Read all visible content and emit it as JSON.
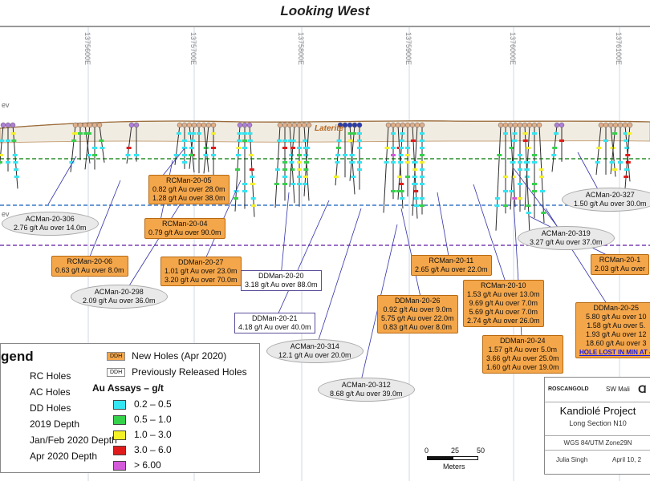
{
  "title": "Looking West",
  "eastings": [
    "1375600E",
    "1375700E",
    "1375800E",
    "1375900E",
    "1376000E",
    "1376100E"
  ],
  "elev_labels": [
    "ev",
    "ev"
  ],
  "laterite": "Laterite",
  "callouts": [
    {
      "id": "acman306",
      "style": "ell",
      "name": "ACMan-20-306",
      "lines": [
        "2.76 g/t Au over 14.0m"
      ]
    },
    {
      "id": "rcman05",
      "style": "new",
      "name": "RCMan-20-05",
      "lines": [
        "0.82 g/t Au over 28.0m",
        "1.28 g/t Au over 38.0m"
      ]
    },
    {
      "id": "rcman04",
      "style": "new",
      "name": "RCMan-20-04",
      "lines": [
        "0.79 g/t Au over 90.0m"
      ]
    },
    {
      "id": "rcman06",
      "style": "new",
      "name": "RCMan-20-06",
      "lines": [
        "0.63 g/t Au over 8.0m"
      ]
    },
    {
      "id": "ddman27",
      "style": "new",
      "name": "DDMan-20-27",
      "lines": [
        "1.01 g/t Au over 23.0m",
        "3.20 g/t Au over 70.0m"
      ]
    },
    {
      "id": "ddman20",
      "style": "old",
      "name": "DDMan-20-20",
      "lines": [
        "3.18 g/t Au over 88.0m"
      ]
    },
    {
      "id": "acman298",
      "style": "ell",
      "name": "ACMan-20-298",
      "lines": [
        "2.09 g/t Au over 36.0m"
      ]
    },
    {
      "id": "ddman21",
      "style": "old",
      "name": "DDMan-20-21",
      "lines": [
        "4.18 g/t Au over 40.0m"
      ]
    },
    {
      "id": "acman314",
      "style": "ell",
      "name": "ACMan-20-314",
      "lines": [
        "12.1 g/t Au over 20.0m"
      ]
    },
    {
      "id": "acman312",
      "style": "ell",
      "name": "ACMan-20-312",
      "lines": [
        "8.68 g/t Au over 39.0m"
      ]
    },
    {
      "id": "ddman26",
      "style": "new",
      "name": "DDMan-20-26",
      "lines": [
        "0.92 g/t Au over 9.0m",
        "5.75 g/t Au over 22.0m",
        "0.83 g/t Au over 8.0m"
      ]
    },
    {
      "id": "rcman11",
      "style": "new",
      "name": "RCMan-20-11",
      "lines": [
        "2.65 g/t Au over 22.0m"
      ]
    },
    {
      "id": "rcman10",
      "style": "new",
      "name": "RCMan-20-10",
      "lines": [
        "1.53 g/t Au over 13.0m",
        "9.69 g/t Au over 7.0m",
        "5.69 g/t Au over 7.0m",
        "2.74 g/t Au over 26.0m"
      ]
    },
    {
      "id": "ddman24",
      "style": "new",
      "name": "DDMan-20-24",
      "lines": [
        "1.57 g/t Au over 5.0m",
        "3.66 g/t Au over 25.0m",
        "1.60 g/t Au over 19.0m"
      ]
    },
    {
      "id": "acman319",
      "style": "ell",
      "name": "ACMan-20-319",
      "lines": [
        "3.27 g/t Au over 37.0m"
      ]
    },
    {
      "id": "acman327",
      "style": "ell",
      "name": "ACMan-20-327",
      "lines": [
        "1.50 g/t Au over 30.0m"
      ]
    },
    {
      "id": "rcman1x",
      "style": "new",
      "name": "RCMan-20-1",
      "lines": [
        "2.03 g/t Au over"
      ]
    },
    {
      "id": "ddman25",
      "style": "new",
      "name": "DDMan-20-25",
      "lines": [
        "5.80 g/t Au over 10",
        "1.58 g/t Au over 5.",
        "1.93 g/t Au over 12",
        "18.60 g/t Au over 3"
      ],
      "note": "HOLE LOST IN MIN AT 4"
    }
  ],
  "legend": {
    "title": "gend",
    "hole_types": [
      "RC Holes",
      "AC Holes",
      "DD Holes",
      "2019 Depth",
      "Jan/Feb 2020 Depth",
      "Apr 2020 Depth"
    ],
    "new_holes": {
      "tag": "DDH",
      "label": "New Holes (Apr 2020)"
    },
    "old_holes": {
      "tag": "DDH",
      "label": "Previously Released Holes"
    },
    "assay_title": "Au Assays – g/t",
    "assays": [
      {
        "label": "0.2 – 0.5",
        "color": "#33e6f2"
      },
      {
        "label": "0.5 – 1.0",
        "color": "#35d14b"
      },
      {
        "label": "1.0 – 3.0",
        "color": "#f4f227"
      },
      {
        "label": "3.0 – 6.0",
        "color": "#e01b1b"
      },
      {
        "label": "> 6.00",
        "color": "#d35ad8"
      }
    ]
  },
  "scale": {
    "ticks": [
      "0",
      "25",
      "50"
    ],
    "unit": "Meters"
  },
  "titleblock": {
    "company": "ROSCANGOLD",
    "region": "SW Mali",
    "project": "Kandiolé Project",
    "section": "Long Section N10",
    "projection": "WGS 84/UTM Zone29N",
    "author": "Julia Singh",
    "date": "April 10, 2"
  },
  "colors": {
    "new_box": "#f4a64a",
    "grid": "#cfd8e6",
    "line_2019": "#2a8f2a",
    "line_janfeb": "#3a78c9",
    "line_apr": "#7a3fb3",
    "drill": "#2b2b2b"
  }
}
